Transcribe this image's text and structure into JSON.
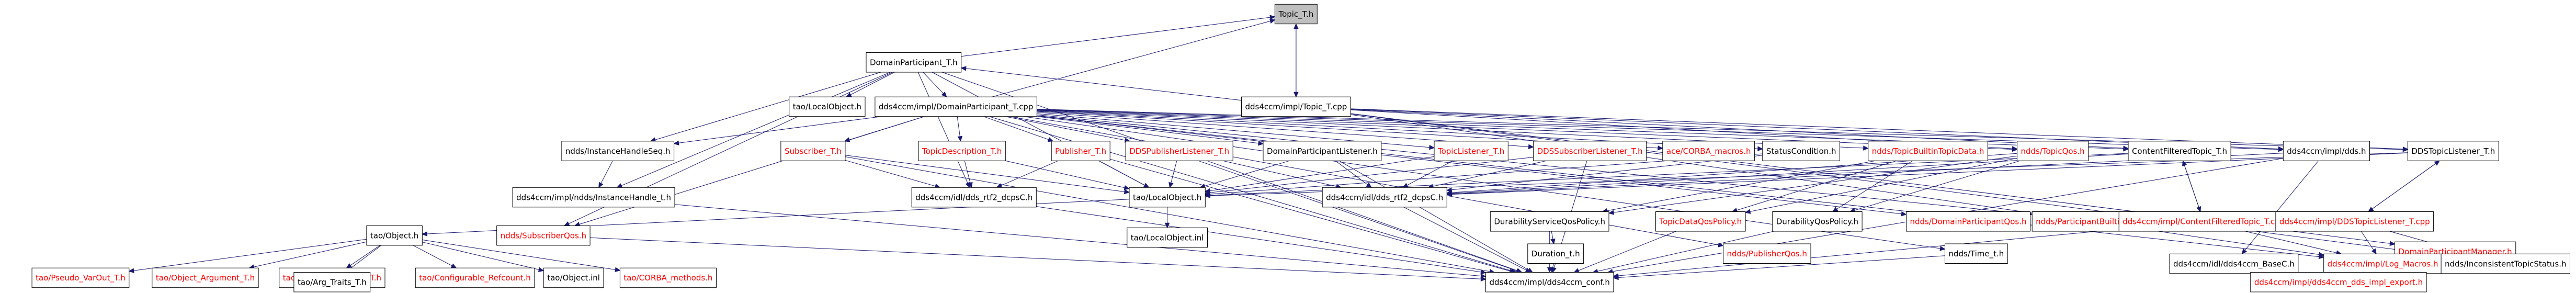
{
  "colors": {
    "edge": "#191970",
    "root_fill": "#bfbfbf",
    "node_fill": "#ffffff",
    "node_text": "#000000",
    "undocumented_text": "#ff0000"
  },
  "nodes": [
    {
      "id": "topic_t_h",
      "label": "Topic_T.h",
      "root": true
    },
    {
      "id": "domain_participant_t_h",
      "label": "DomainParticipant_T.h"
    },
    {
      "id": "dds_topic_t_cpp",
      "label": "dds4ccm/impl/Topic_T.cpp"
    },
    {
      "id": "local_object_h",
      "label": "tao/LocalObject.h"
    },
    {
      "id": "domain_participant_t_cpp",
      "label": "dds4ccm/impl/DomainParticipant_T.cpp"
    },
    {
      "id": "instance_handle_seq_h",
      "label": "ndds/InstanceHandleSeq.h"
    },
    {
      "id": "subscriber_t_h",
      "label": "Subscriber_T.h"
    },
    {
      "id": "topic_description_t_h",
      "label": "TopicDescription_T.h"
    },
    {
      "id": "publisher_t_h",
      "label": "Publisher_T.h"
    },
    {
      "id": "dds_publisher_listener_t_h",
      "label": "DDSPublisherListener_T.h"
    },
    {
      "id": "domain_participant_listener_h",
      "label": "DomainParticipantListener.h"
    },
    {
      "id": "topic_listener_t_h",
      "label": "TopicListener_T.h"
    },
    {
      "id": "dds_subscriber_listener_t_h",
      "label": "DDSSubscriberListener_T.h"
    },
    {
      "id": "ace_corba_macros_h",
      "label": "ace/CORBA_macros.h"
    },
    {
      "id": "status_condition_h",
      "label": "StatusCondition.h"
    },
    {
      "id": "ndds_topic_builtin_topic_data_h",
      "label": "ndds/TopicBuiltinTopicData.h"
    },
    {
      "id": "ndds_topic_qos_h",
      "label": "ndds/TopicQos.h"
    },
    {
      "id": "content_filtered_topic_t_h",
      "label": "ContentFilteredTopic_T.h"
    },
    {
      "id": "dds4ccm_impl_dds_h",
      "label": "dds4ccm/impl/dds.h"
    },
    {
      "id": "dds_topic_listener_t_h",
      "label": "DDSTopicListener_T.h"
    },
    {
      "id": "domain_participant_manager_h",
      "label": "DomainParticipantManager.h"
    },
    {
      "id": "subscriber_qos_h",
      "label": "ndds/SubscriberQos.h"
    },
    {
      "id": "instance_handle_t_h",
      "label": "dds4ccm/impl/ndds/InstanceHandle_t.h"
    },
    {
      "id": "dds_rtf2_dcpsc_h",
      "label": "dds4ccm/idl/dds_rtf2_dcpsC.h"
    },
    {
      "id": "tao_local_object_h",
      "label": "tao/LocalObject.h"
    },
    {
      "id": "dds_rtf2_dcpsc_h_b",
      "label": "dds4ccm/idl/dds_rtf2_dcpsC.h"
    },
    {
      "id": "durability_service_qos_policy_h",
      "label": "DurabilityServiceQosPolicy.h"
    },
    {
      "id": "topic_data_qos_policy_h",
      "label": "TopicDataQosPolicy.h"
    },
    {
      "id": "durability_qos_policy_h",
      "label": "DurabilityQosPolicy.h"
    },
    {
      "id": "ndds_domain_participant_qos_h",
      "label": "ndds/DomainParticipantQos.h"
    },
    {
      "id": "ndds_participant_builtin_topic_data_h",
      "label": "ndds/ParticipantBuiltinTopicData.h"
    },
    {
      "id": "content_filtered_topic_t_cpp",
      "label": "dds4ccm/impl/ContentFilteredTopic_T.cpp"
    },
    {
      "id": "dds_topic_listener_t_cpp",
      "label": "dds4ccm/impl/DDSTopicListener_T.cpp"
    },
    {
      "id": "tao_object_h",
      "label": "tao/Object.h"
    },
    {
      "id": "tao_local_object_inl",
      "label": "tao/LocalObject.inl"
    },
    {
      "id": "duration_t_h",
      "label": "Duration_t.h"
    },
    {
      "id": "ndds_publisher_qos_h",
      "label": "ndds/PublisherQos.h"
    },
    {
      "id": "ndds_time_t_h",
      "label": "ndds/Time_t.h"
    },
    {
      "id": "dds4ccm_base_h",
      "label": "dds4ccm/idl/dds4ccm_BaseC.h"
    },
    {
      "id": "log_macros_h",
      "label": "dds4ccm/impl/Log_Macros.h"
    },
    {
      "id": "inconsistent_topic_status_h",
      "label": "ndds/InconsistentTopicStatus.h"
    },
    {
      "id": "pseudo_var_out_t_h",
      "label": "tao/Pseudo_VarOut_T.h"
    },
    {
      "id": "object_argument_t_h",
      "label": "tao/Object_Argument_T.h"
    },
    {
      "id": "any_insert_policy_t_h",
      "label": "tao/Any_Insert_Policy_T.h"
    },
    {
      "id": "configurable_refcount_h",
      "label": "tao/Configurable_Refcount.h"
    },
    {
      "id": "tao_object_inl",
      "label": "tao/Object.inl"
    },
    {
      "id": "corba_methods_h",
      "label": "tao/CORBA_methods.h"
    },
    {
      "id": "dds4ccm_conf_h",
      "label": "dds4ccm/impl/dds4ccm_conf.h"
    },
    {
      "id": "dds4ccm_dds_impl_export_h",
      "label": "dds4ccm/impl/dds4ccm_dds_impl_export.h"
    },
    {
      "id": "arg_traits_t_h",
      "label": "tao/Arg_Traits_T.h"
    }
  ]
}
